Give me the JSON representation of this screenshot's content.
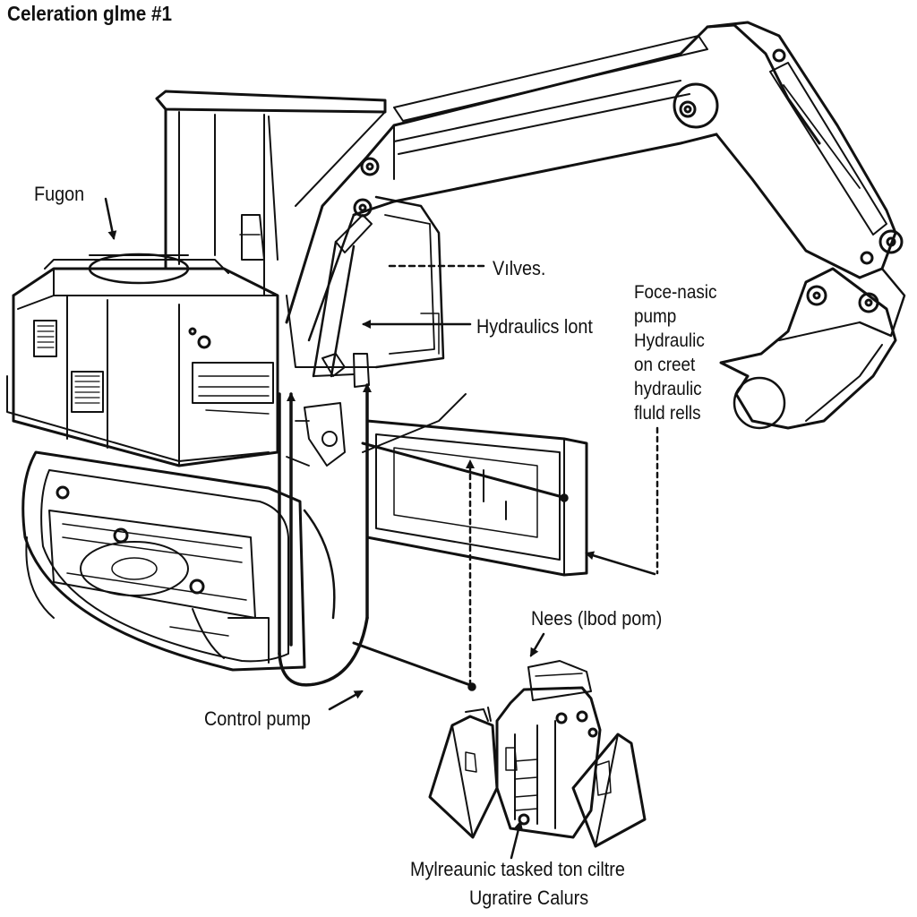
{
  "title": "Celeration glme #1",
  "labels": {
    "fugon": "Fugon",
    "valves": "Vılves.",
    "hydraulics_lont": "Hydraulics lont",
    "side_note": [
      "Foce-nasic",
      "pump",
      "Hydraulic",
      "on creet",
      "hydraulic",
      "fluld rells"
    ],
    "nees": "Nees (lbod pom)",
    "control_pump": "Control pump"
  },
  "caption": {
    "line1": "Mylreaunic tasked ton ciltre",
    "line2": "Ugratire Calurs"
  },
  "colors": {
    "ink": "#111111",
    "background": "#ffffff"
  }
}
